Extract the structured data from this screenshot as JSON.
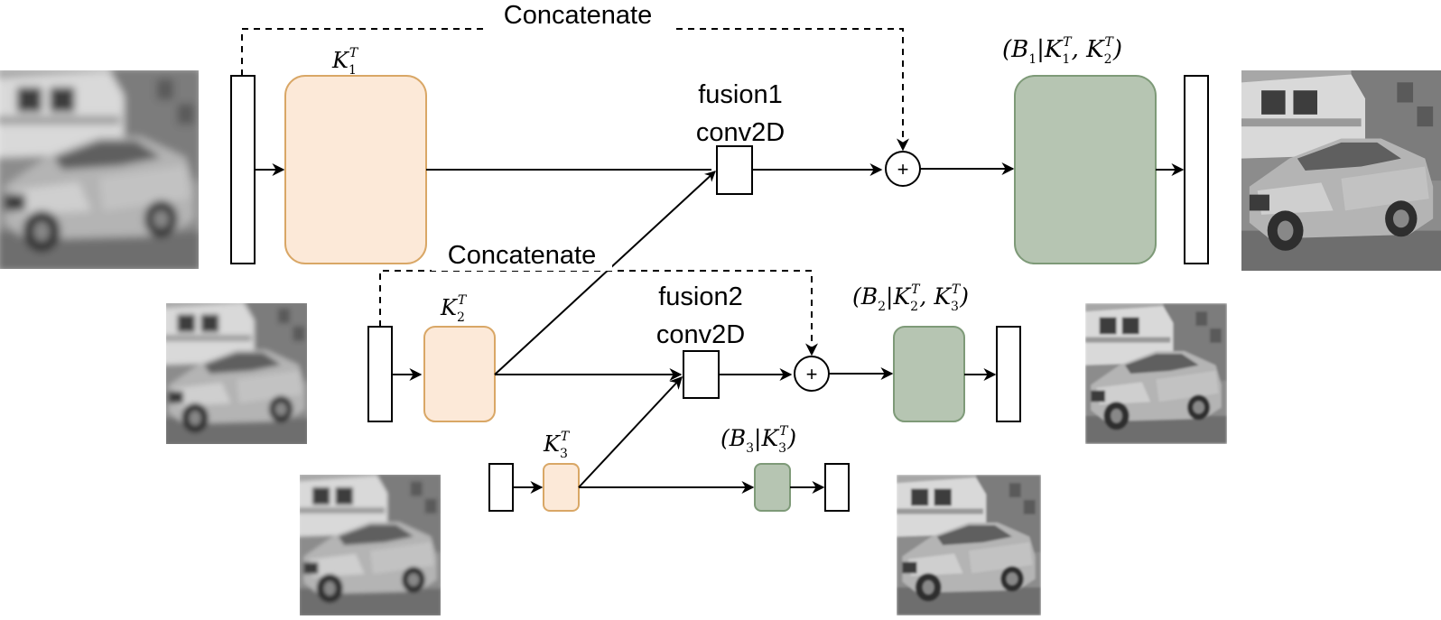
{
  "diagram": {
    "colors": {
      "encoder_fill": "#fce9d8",
      "encoder_stroke": "#d9a766",
      "decoder_fill": "#b6c5b2",
      "decoder_stroke": "#7e9a78",
      "line": "#000000"
    },
    "labels": {
      "concat1": "Concatenate",
      "concat2": "Concatenate",
      "fusion1_line1": "fusion1",
      "fusion1_line2": "conv2D",
      "fusion2_line1": "fusion2",
      "fusion2_line2": "conv2D",
      "plus": "+"
    },
    "math": {
      "k1_base": "K",
      "k1_sub": "1",
      "k1_sup": "T",
      "k2_base": "K",
      "k2_sub": "2",
      "k2_sup": "T",
      "k3_base": "K",
      "k3_sub": "3",
      "k3_sup": "T",
      "b1_open": "(B",
      "b1_sub": "1",
      "b1_bar": "|K",
      "b1_k1_sub": "1",
      "b1_k1_sup": "T",
      "b1_comma": ", K",
      "b1_k2_sub": "2",
      "b1_k2_sup": "T",
      "b1_close": ")",
      "b2_open": "(B",
      "b2_sub": "2",
      "b2_bar": "|K",
      "b2_k2_sub": "2",
      "b2_k2_sup": "T",
      "b2_comma": ", K",
      "b2_k3_sub": "3",
      "b2_k3_sup": "T",
      "b2_close": ")",
      "b3_open": "(B",
      "b3_sub": "3",
      "b3_bar": "|K",
      "b3_k3_sub": "3",
      "b3_k3_sup": "T",
      "b3_close": ")"
    },
    "images": {
      "content": "blurred grayscale photo of a car in front of a van"
    }
  }
}
